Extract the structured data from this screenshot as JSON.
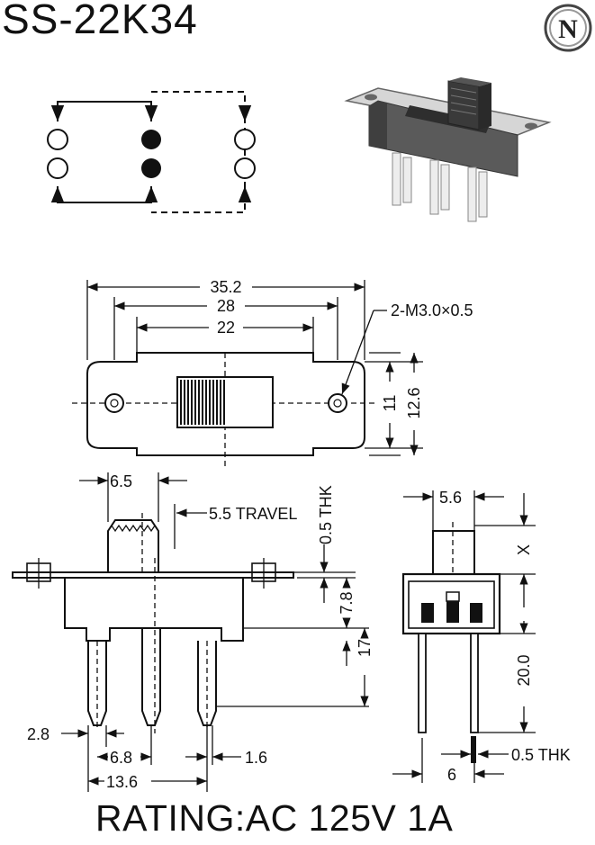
{
  "title": "SS-22K34",
  "rating": "RATING:AC 125V 1A",
  "logo_letter": "N",
  "icons": [
    "brand-logo-icon",
    "schematic-icon",
    "product-photo-icon"
  ],
  "dimensions": {
    "overall_length": "35.2",
    "hole_spacing": "28",
    "slot_length": "22",
    "screw_holes": "2-M3.0×0.5",
    "body_width": "11",
    "flange_width": "12.6",
    "actuator_width": "6.5",
    "travel": "5.5 TRAVEL",
    "plate_thickness": "0.5 THK",
    "housing_height": "7.8",
    "pin_length": "17",
    "pin_pitch": "6.8",
    "pin_span": "13.6",
    "pin_width": "1.6",
    "pin_tip": "2.8",
    "side_actuator_width": "5.6",
    "actuator_height": "X",
    "side_height": "20.0",
    "side_pin_spacing": "6",
    "side_pin_thickness": "0.5 THK"
  }
}
